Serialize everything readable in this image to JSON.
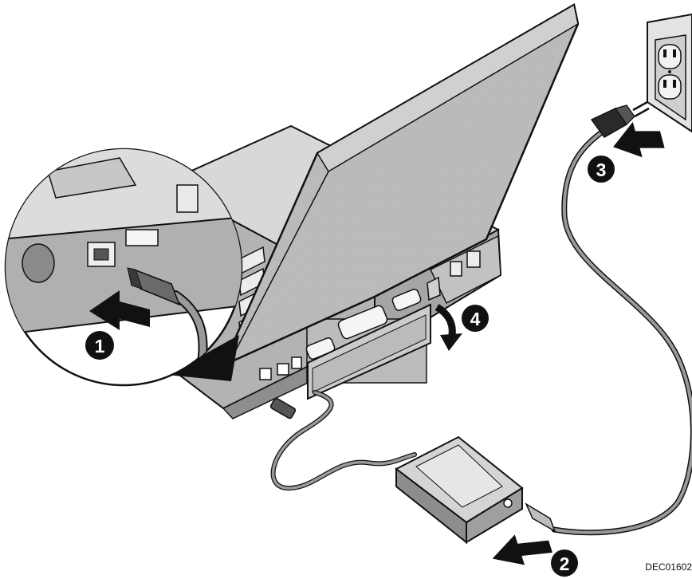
{
  "figure": {
    "code": "DEC01602",
    "steps": [
      {
        "label": "1"
      },
      {
        "label": "2"
      },
      {
        "label": "3"
      },
      {
        "label": "4"
      }
    ]
  },
  "colors": {
    "ink": "#111111",
    "lid_face": "#b9b9b9",
    "body_top": "#d6d6d6",
    "body_front": "#a8a8a8",
    "cable": "#8c8c8c",
    "step_fill": "#111111",
    "step_text": "#ffffff",
    "background": "#ffffff"
  }
}
